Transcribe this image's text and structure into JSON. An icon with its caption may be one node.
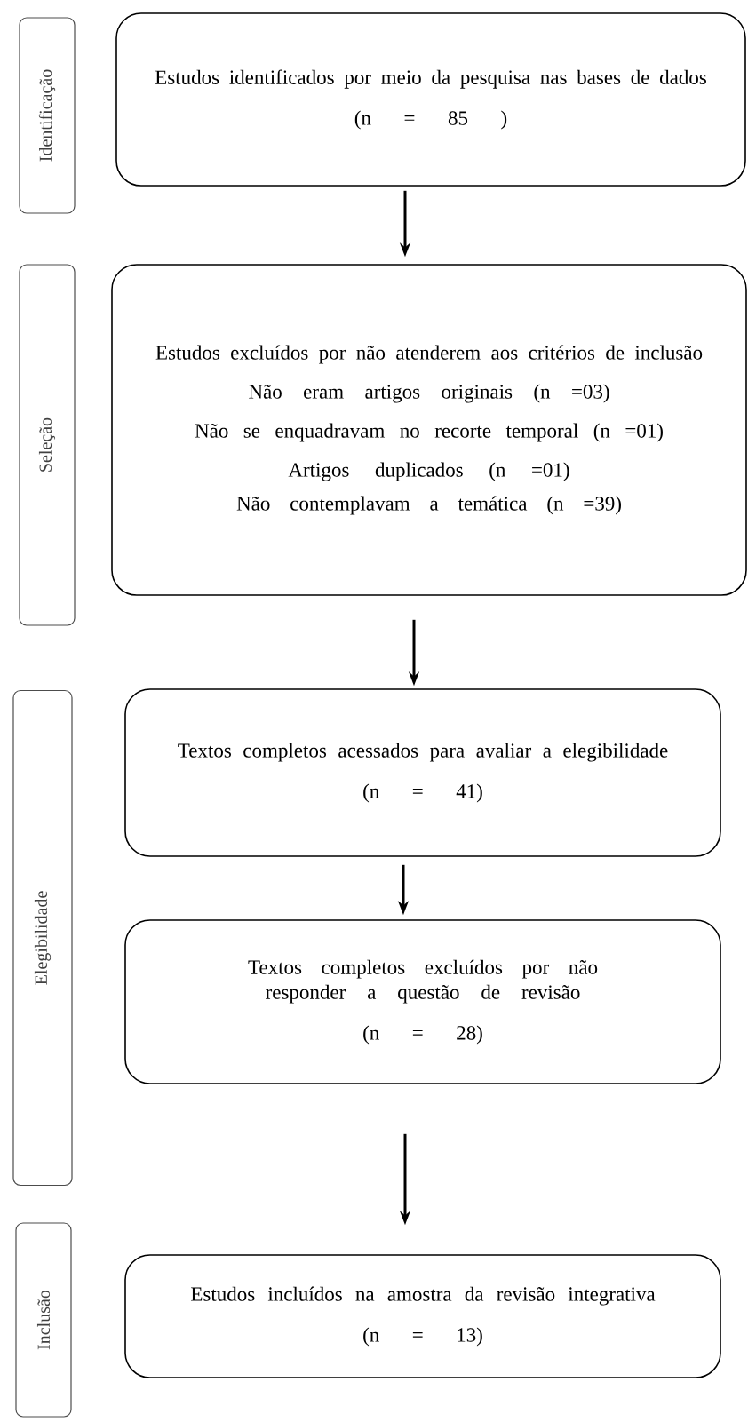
{
  "diagram": {
    "nodes": [
      {
        "text": [
          "Identificação"
        ]
      },
      {
        "text": [
          "Estudos identificados por meio da pesquisa nas bases de dados",
          "(n = 85 )"
        ]
      },
      {
        "text": [
          "Seleção"
        ]
      },
      {
        "text": [
          "Estudos excluídos por não atenderem aos critérios de inclusão",
          "Não eram artigos originais (n =03)",
          "Não se enquadravam no recorte temporal (n =01)",
          "Artigos duplicados (n =01)",
          "Não contemplavam a temática (n =39)"
        ]
      },
      {
        "text": [
          "Elegibilidade"
        ]
      },
      {
        "text": [
          "Textos completos acessados para avaliar a elegibilidade",
          "(n = 41)"
        ]
      },
      {
        "text": [
          "Textos completos excluídos por não responder a questão de revisão",
          "(n = 28)"
        ]
      },
      {
        "text": [
          "Inclusão"
        ]
      },
      {
        "text": [
          "Estudos incluídos na amostra da revisão integrativa",
          "(n = 13)"
        ]
      }
    ],
    "edges": [
      {
        "from": 1,
        "to": 3,
        "arrow": "to"
      },
      {
        "from": 3,
        "to": 5,
        "arrow": "to"
      },
      {
        "from": 5,
        "to": 6,
        "arrow": "to"
      },
      {
        "from": 6,
        "to": 8,
        "arrow": "to"
      }
    ]
  }
}
